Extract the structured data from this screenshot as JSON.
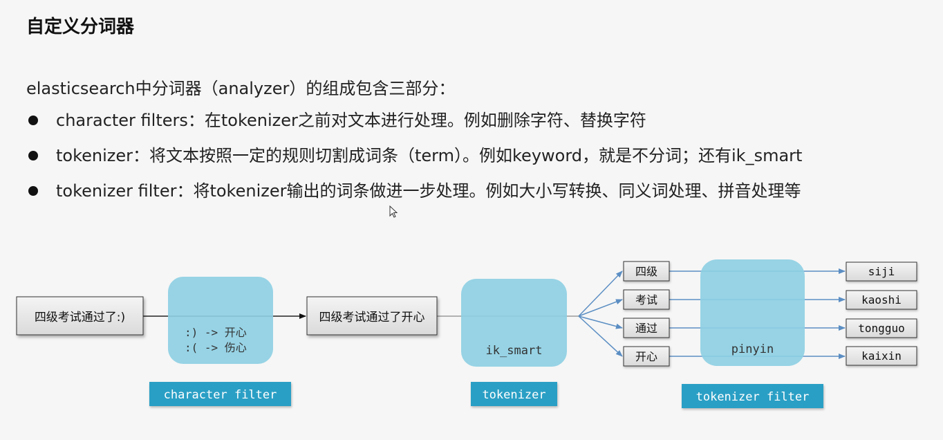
{
  "title": "自定义分词器",
  "intro": "elasticsearch中分词器（analyzer）的组成包含三部分：",
  "bullets": [
    "character filters：在tokenizer之前对文本进行处理。例如删除字符、替换字符",
    "tokenizer：将文本按照一定的规则切割成词条（term）。例如keyword，就是不分词；还有ik_smart",
    "tokenizer filter：将tokenizer输出的词条做进一步处理。例如大小写转换、同义词处理、拼音处理等"
  ],
  "diagram": {
    "input_text": "四级考试通过了:)",
    "char_filter_rules": [
      ":) -> 开心",
      ":( -> 伤心"
    ],
    "char_filter_label": "character filter",
    "mid_text": "四级考试通过了开心",
    "tokenizer_name": "ik_smart",
    "tokenizer_label": "tokenizer",
    "tokens": [
      "四级",
      "考试",
      "通过",
      "开心"
    ],
    "token_filter_name": "pinyin",
    "token_filter_label": "tokenizer filter",
    "outputs": [
      "siji",
      "kaoshi",
      "tongguo",
      "kaixin"
    ]
  },
  "colors": {
    "stage_fill": "#8dcfe3",
    "label_fill": "#2b9fc5",
    "arrow_blue": "#5b8ec3"
  }
}
